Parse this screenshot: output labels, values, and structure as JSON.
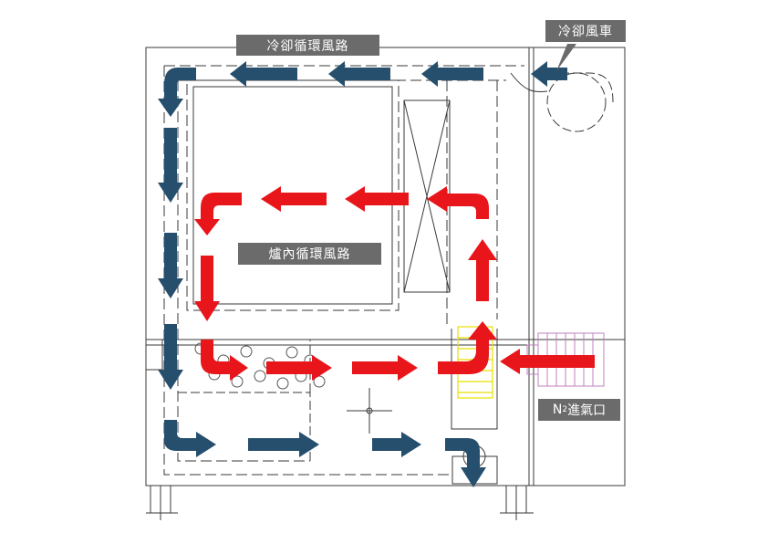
{
  "labels": {
    "cooling_path": "冷卻循環風路",
    "cooling_fan": "冷卻風車",
    "inner_path": "爐內循環風路",
    "n2_prefix": "N",
    "n2_sub": "2",
    "n2_suffix": "進氣口"
  },
  "colors": {
    "cooling_arrow": "#264f6e",
    "inner_arrow": "#e8151b",
    "line": "#3a3a3a",
    "label_bg": "#6b6b6b",
    "motor": "#c080c0",
    "fan_blade": "#e8e000"
  }
}
